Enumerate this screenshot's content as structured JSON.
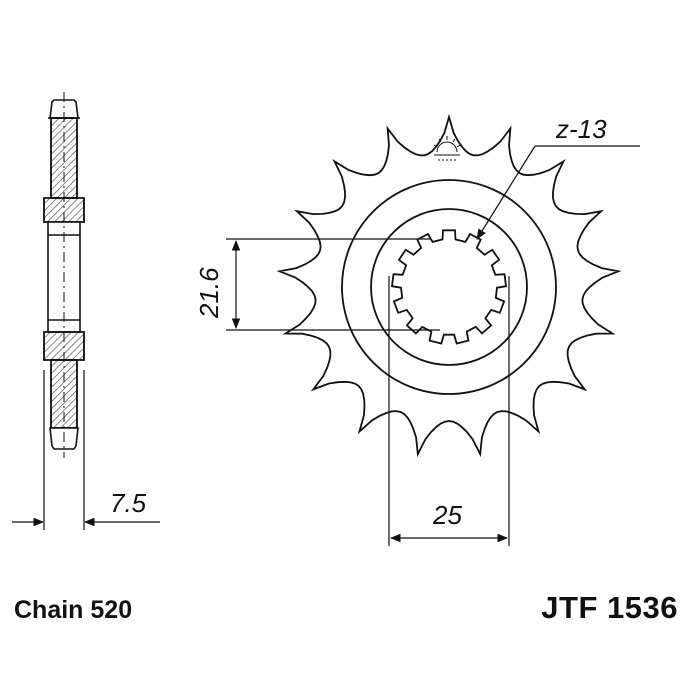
{
  "drawing": {
    "teeth_label": "z-13",
    "hub_dimension": "21.6",
    "bore_dimension": "25",
    "thickness_dimension": "7.5"
  },
  "footer": {
    "chain_label": "Chain 520",
    "part_number": "JTF 1536"
  },
  "rendering": {
    "outer_teeth_count": 17,
    "spline_count": 13,
    "line_color": "#111111",
    "hatch_color": "#555555",
    "background": "#ffffff"
  }
}
